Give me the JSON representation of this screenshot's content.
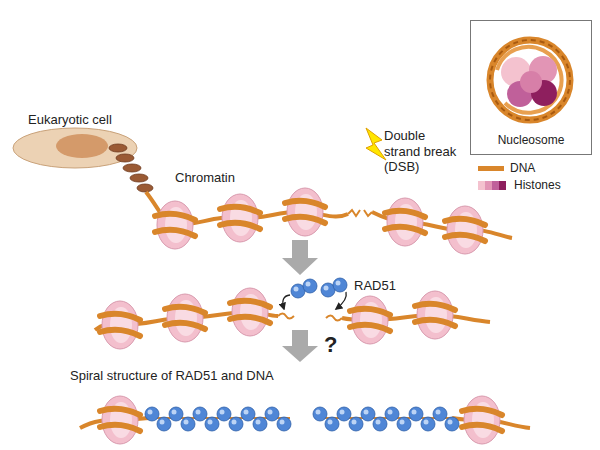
{
  "diagram": {
    "nodes": [
      {
        "text": [
          "Nucleosome"
        ]
      }
    ],
    "labels": [
      "Eukaryotic cell",
      "Chromatin",
      "Double strand break (DSB)",
      "RAD51",
      "?",
      "Spiral structure of RAD51 and DNA"
    ],
    "legend": [
      {
        "text": "DNA",
        "color": "#d9862b"
      },
      {
        "text": "Histones"
      }
    ]
  }
}
